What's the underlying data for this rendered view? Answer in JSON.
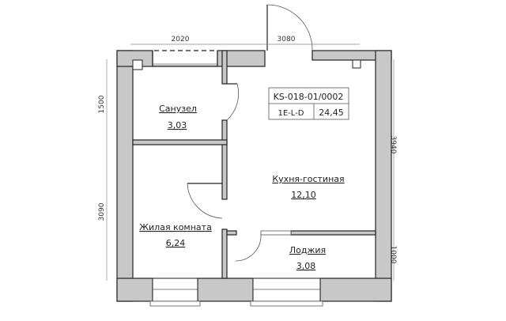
{
  "plan": {
    "code": "KS-018-01/0002",
    "type": "1E-L-D",
    "total_area": "24,45"
  },
  "rooms": [
    {
      "name": "Санузел",
      "area": "3,03"
    },
    {
      "name": "Жилая комната",
      "area": "6,24"
    },
    {
      "name": "Кухня-гостиная",
      "area": "12,10"
    },
    {
      "name": "Лоджия",
      "area": "3,08"
    }
  ],
  "dimensions": {
    "top_left": "2020",
    "top_right": "3080",
    "left_top": "1500",
    "left_bottom": "3090",
    "right_top": "3940",
    "right_bottom": "1000"
  },
  "colors": {
    "wall": "#c8c8c8",
    "line": "#222222"
  }
}
